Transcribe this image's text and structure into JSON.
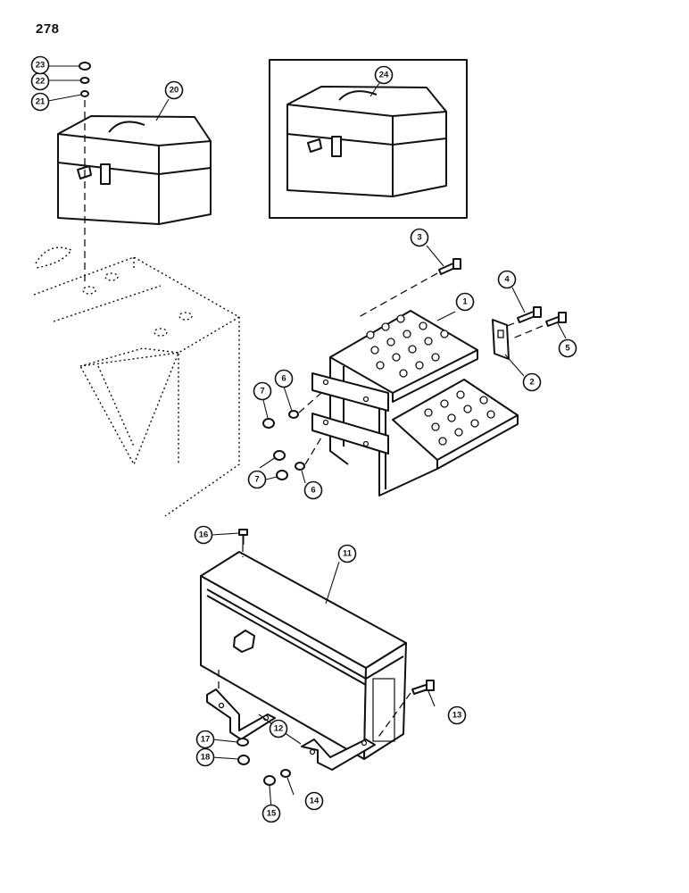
{
  "page_number": "278",
  "callouts": {
    "c1": "1",
    "c2": "2",
    "c3": "3",
    "c4": "4",
    "c5": "5",
    "c6a": "6",
    "c6b": "6",
    "c7a": "7",
    "c7b": "7",
    "c11": "11",
    "c12": "12",
    "c13": "13",
    "c14": "14",
    "c15": "15",
    "c16": "16",
    "c17": "17",
    "c18": "18",
    "c20": "20",
    "c21": "21",
    "c22": "22",
    "c23": "23",
    "c24": "24"
  }
}
